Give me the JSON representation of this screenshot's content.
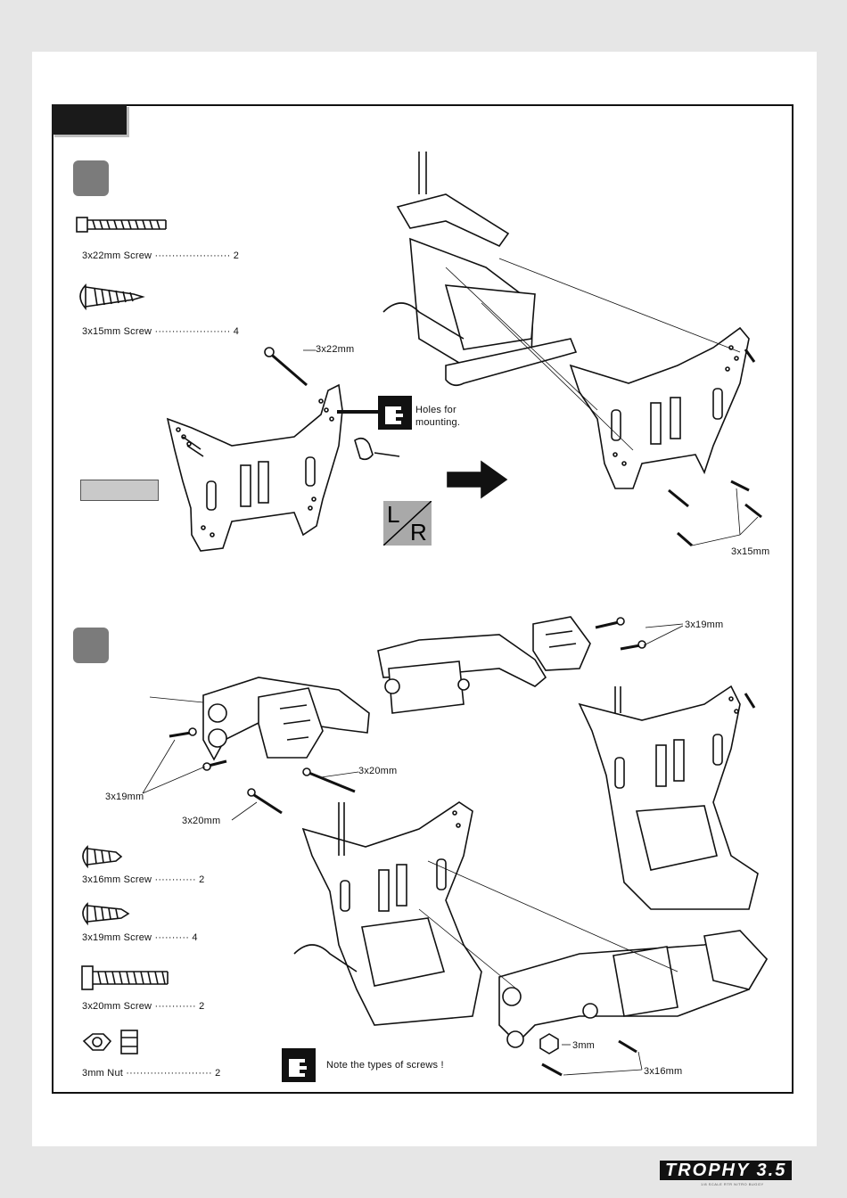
{
  "brand": {
    "logo_text": "TROPHY 3.5",
    "logo_subtitle": "1/8 SCALE RTR NITRO BUGGY"
  },
  "step1": {
    "parts": [
      {
        "label": "3x22mm  Screw",
        "qty": "2"
      },
      {
        "label": "3x15mm  Screw",
        "qty": "4"
      }
    ],
    "callouts": {
      "screw_top": "3x22mm",
      "holes_note_line1": "Holes for",
      "holes_note_line2": "mounting.",
      "screw_bottom": "3x15mm"
    },
    "lr_badge": {
      "left": "L",
      "right": "R"
    }
  },
  "step2": {
    "parts": [
      {
        "label": "3x16mm Screw",
        "qty": "2"
      },
      {
        "label": "3x19mm  Screw",
        "qty": "4"
      },
      {
        "label": "3x20mm Screw",
        "qty": "2"
      },
      {
        "label": "3mm Nut",
        "qty": "2"
      }
    ],
    "callouts": {
      "screw_19_top": "3x19mm",
      "screw_19_left": "3x19mm",
      "screw_20_a": "3x20mm",
      "screw_20_b": "3x20mm",
      "nut_3mm": "3mm",
      "screw_16": "3x16mm"
    },
    "note": "Note the types of screws !"
  }
}
